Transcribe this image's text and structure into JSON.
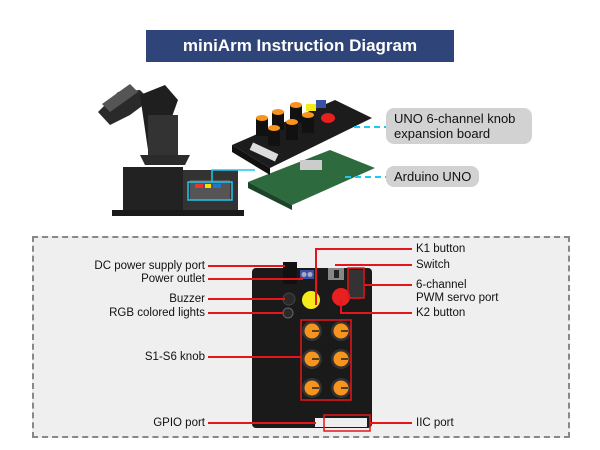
{
  "title": "miniArm Instruction Diagram",
  "top_callouts": {
    "expansion_board": "UNO 6-channel  knob expansion board",
    "arduino": "Arduino UNO"
  },
  "board_labels": {
    "dc_power": "DC power supply port",
    "power_outlet": "Power outlet",
    "buzzer": "Buzzer",
    "rgb": "RGB colored lights",
    "knobs": "S1-S6 knob",
    "gpio": "GPIO port",
    "k1": "K1 button",
    "switch": "Switch",
    "servo_line1": "6-channel",
    "servo_line2": "PWM servo port",
    "k2": "K2 button",
    "iic": "IIC port"
  },
  "colors": {
    "title_bg": "#2f4478",
    "leader_red": "#e8141b",
    "leader_cyan": "#1ec8f0",
    "knob_orange": "#f7941d",
    "k1_yellow": "#f5ea1a",
    "k2_red": "#e8201f"
  }
}
